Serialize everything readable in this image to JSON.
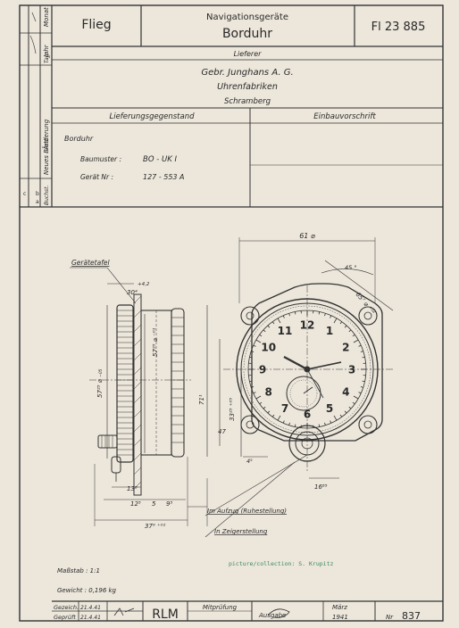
{
  "header": {
    "category": "Flieg",
    "group_line1": "Navigationsgeräte",
    "group_line2": "Borduhr",
    "number": "Fl 23 885"
  },
  "revision_column": {
    "top": [
      "Monat",
      "Jahr",
      "Tag"
    ],
    "middle": [
      "Änderung",
      "Neues Blatt"
    ],
    "bottom": [
      "Buchst.",
      "a",
      "b",
      "c"
    ]
  },
  "supplier": {
    "heading": "Lieferer",
    "name": "Gebr. Junghans A. G.",
    "line2": "Uhrenfabriken",
    "line3": "Schramberg"
  },
  "delivery": {
    "col1_heading": "Lieferungsgegenstand",
    "col2_heading": "Einbauvorschrift",
    "item": "Borduhr",
    "model_label": "Baumuster :",
    "model_value": "BO - UK I",
    "device_label": "Gerät  Nr :",
    "device_value": "127 - 553 A"
  },
  "drawing": {
    "geraetetafel": "Gerätetafel",
    "dims": {
      "d61": "61 ⌀",
      "d45deg": "45 °",
      "d657": "65⁷ ⌀ ⁺⁰²",
      "d304": "30⁴",
      "d42": "+4,2",
      "d5725": "57²⁵ ⌀ ⁻⁰¹",
      "d5725b": "57²⁵ ⌀ ₋₀₅",
      "d711": "71¹",
      "d47": "47",
      "d3325": "33²⁵ ⁺⁰⁵",
      "d45": "4⁵",
      "d1685": "16⁸⁵",
      "d138": "13⁸",
      "d125": "12⁵",
      "d5": "5",
      "d95": "9⁵",
      "d379": "37⁹ ⁺⁰²"
    },
    "callouts": {
      "aufzug": "Im Aufzug (Ruhestellung)",
      "zeiger": "In Zeigerstellung"
    },
    "numerals": [
      "12",
      "1",
      "2",
      "3",
      "4",
      "5",
      "6",
      "7",
      "8",
      "9",
      "10",
      "11"
    ]
  },
  "notes": {
    "scale": "Maßstab : 1:1",
    "weight": "Gewicht : 0,196 kg"
  },
  "credit": "picture/collection: S. Krupitz",
  "footer": {
    "row1_label": "Gezeich.",
    "row1_date": "21.4.41",
    "row2_label": "Geprüft",
    "row2_date": "21.4.41",
    "rlm": "RLM",
    "mitpruefung": "Mitprüfung",
    "ausgabe_label": "Ausgabe",
    "month": "März",
    "year": "1941",
    "page_label": "Nr",
    "page": "837"
  }
}
